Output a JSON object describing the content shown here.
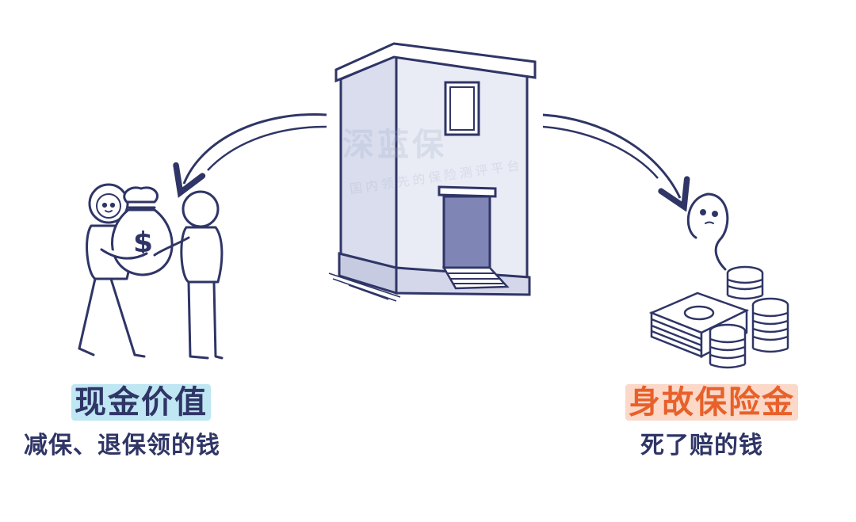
{
  "watermark": {
    "brand": "深蓝保",
    "tagline": "国内领先的保险测评平台"
  },
  "left": {
    "title": "现金价值",
    "subtitle": "减保、退保领的钱"
  },
  "right": {
    "title": "身故保险金",
    "subtitle": "死了赔的钱"
  },
  "colors": {
    "ink": "#2f3566",
    "cash_highlight": "#bfe6f3",
    "death_text": "#e8602a",
    "death_highlight": "#fbd8c8"
  }
}
